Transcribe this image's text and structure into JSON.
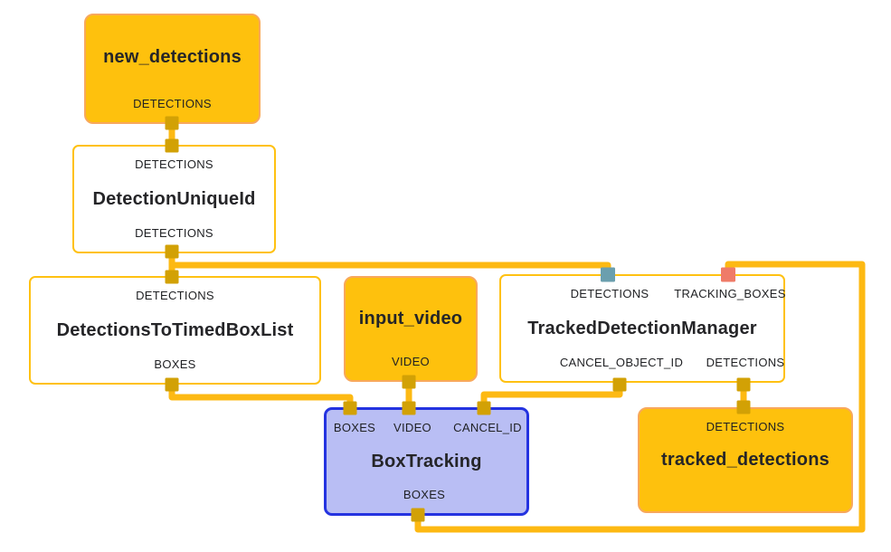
{
  "colors": {
    "background": "#ffffff",
    "edge": "#FDB913",
    "port_gold": "#D2A105",
    "port_detections_input": "#6B9FAE",
    "port_tracking_boxes_input": "#EF7B68",
    "stream_node_fill": "#FEC10D",
    "stream_node_border": "#F8A85C",
    "calculator_node_border": "#FFC112",
    "subgraph_node_fill": "#B9BEF4",
    "subgraph_node_border": "#2433E0",
    "text": "#252528"
  },
  "nodes": {
    "new_detections": {
      "title": "new_detections",
      "output": "DETECTIONS"
    },
    "detection_unique_id": {
      "title": "DetectionUniqueId",
      "input": "DETECTIONS",
      "output": "DETECTIONS"
    },
    "detections_to_timed_box_list": {
      "title": "DetectionsToTimedBoxList",
      "input": "DETECTIONS",
      "output": "BOXES"
    },
    "input_video": {
      "title": "input_video",
      "output": "VIDEO"
    },
    "tracked_detection_manager": {
      "title": "TrackedDetectionManager",
      "input1": "DETECTIONS",
      "input2": "TRACKING_BOXES",
      "output1": "CANCEL_OBJECT_ID",
      "output2": "DETECTIONS"
    },
    "box_tracking": {
      "title": "BoxTracking",
      "input1": "BOXES",
      "input2": "VIDEO",
      "input3": "CANCEL_ID",
      "output": "BOXES"
    },
    "tracked_detections": {
      "title": "tracked_detections",
      "input": "DETECTIONS"
    }
  },
  "edges": [
    {
      "from": "new_detections.DETECTIONS",
      "to": "DetectionUniqueId.DETECTIONS"
    },
    {
      "from": "DetectionUniqueId.DETECTIONS",
      "to": "DetectionsToTimedBoxList.DETECTIONS"
    },
    {
      "from": "DetectionUniqueId.DETECTIONS",
      "to": "TrackedDetectionManager.DETECTIONS"
    },
    {
      "from": "DetectionsToTimedBoxList.BOXES",
      "to": "BoxTracking.BOXES"
    },
    {
      "from": "input_video.VIDEO",
      "to": "BoxTracking.VIDEO"
    },
    {
      "from": "TrackedDetectionManager.CANCEL_OBJECT_ID",
      "to": "BoxTracking.CANCEL_ID"
    },
    {
      "from": "TrackedDetectionManager.DETECTIONS",
      "to": "tracked_detections.DETECTIONS"
    },
    {
      "from": "BoxTracking.BOXES",
      "to": "TrackedDetectionManager.TRACKING_BOXES"
    }
  ]
}
